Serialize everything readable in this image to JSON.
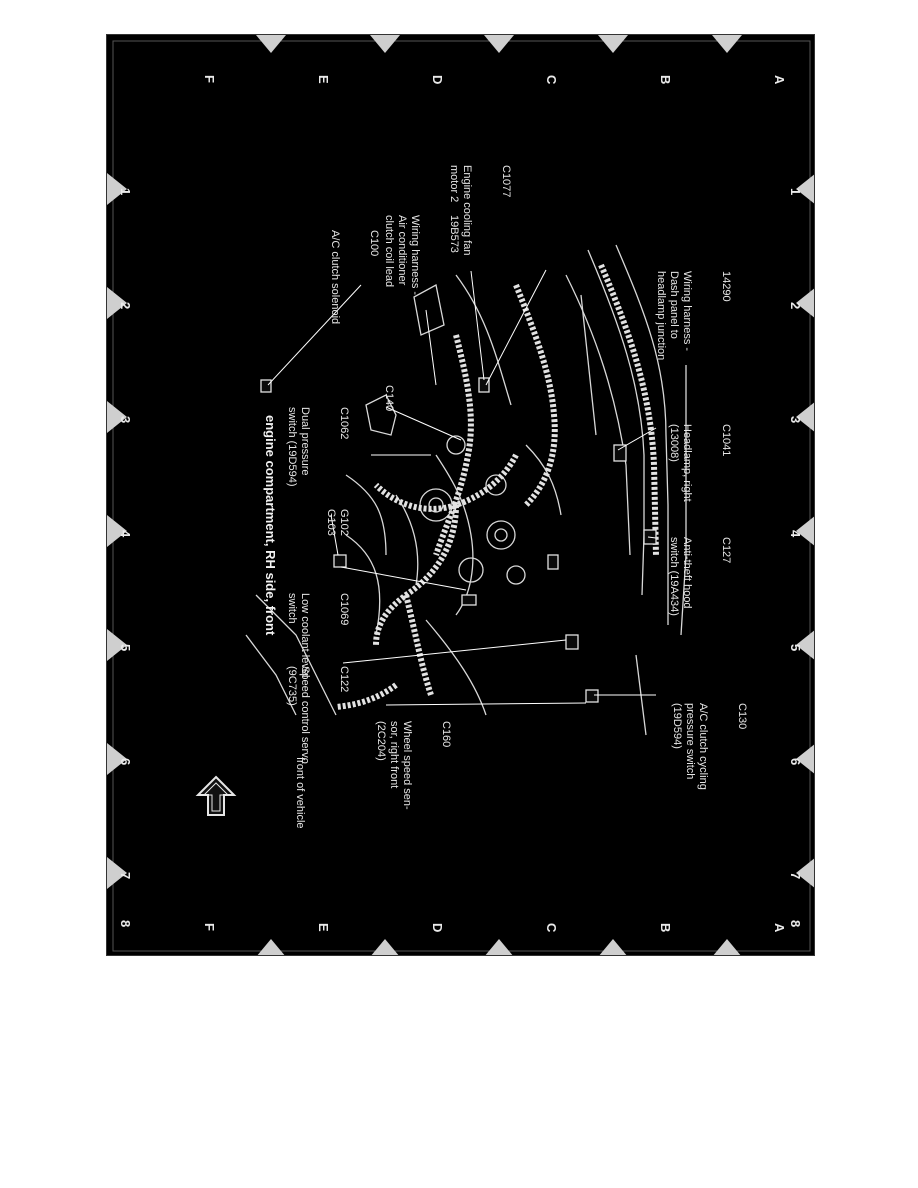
{
  "diagram": {
    "title": "engine compartment, RH side, front",
    "front_label": "front of vehicle",
    "grid_columns": [
      "1",
      "2",
      "3",
      "4",
      "5",
      "6",
      "7",
      "8"
    ],
    "grid_rows": [
      "A",
      "B",
      "C",
      "D",
      "E",
      "F"
    ],
    "components": [
      {
        "code": "14290",
        "name": "Wiring harness -\nDash panel to\nheadlamp junction"
      },
      {
        "code": "C1041",
        "name": "Headlamp, right\n(13008)"
      },
      {
        "code": "C127",
        "name": "Anti-theft hood\nswitch (19A434)"
      },
      {
        "code": "C130",
        "name": "A/C clutch cycling\npressure switch\n(19D594)"
      },
      {
        "code": "C1077",
        "name": "Engine cooling fan\nmotor 2"
      },
      {
        "code": "19B573",
        "name": "Wiring harness -\nAir conditioner\nclutch coil lead"
      },
      {
        "code": "C100",
        "name": "A/C clutch solenoid"
      },
      {
        "code": "C140",
        "name": ""
      },
      {
        "code": "C1062",
        "name": "Dual pressure\nswitch (19D594)"
      },
      {
        "code": "G102\nG103",
        "name": ""
      },
      {
        "code": "C1069",
        "name": "Low coolant level\nswitch"
      },
      {
        "code": "C122",
        "name": "Speed control servo\n(9C735)"
      },
      {
        "code": "C160",
        "name": "Wheel speed sen-\nsor, right front\n(2C204)"
      }
    ],
    "colors": {
      "background": "#000000",
      "linework": "#e6e6e6",
      "page": "#ffffff"
    }
  }
}
